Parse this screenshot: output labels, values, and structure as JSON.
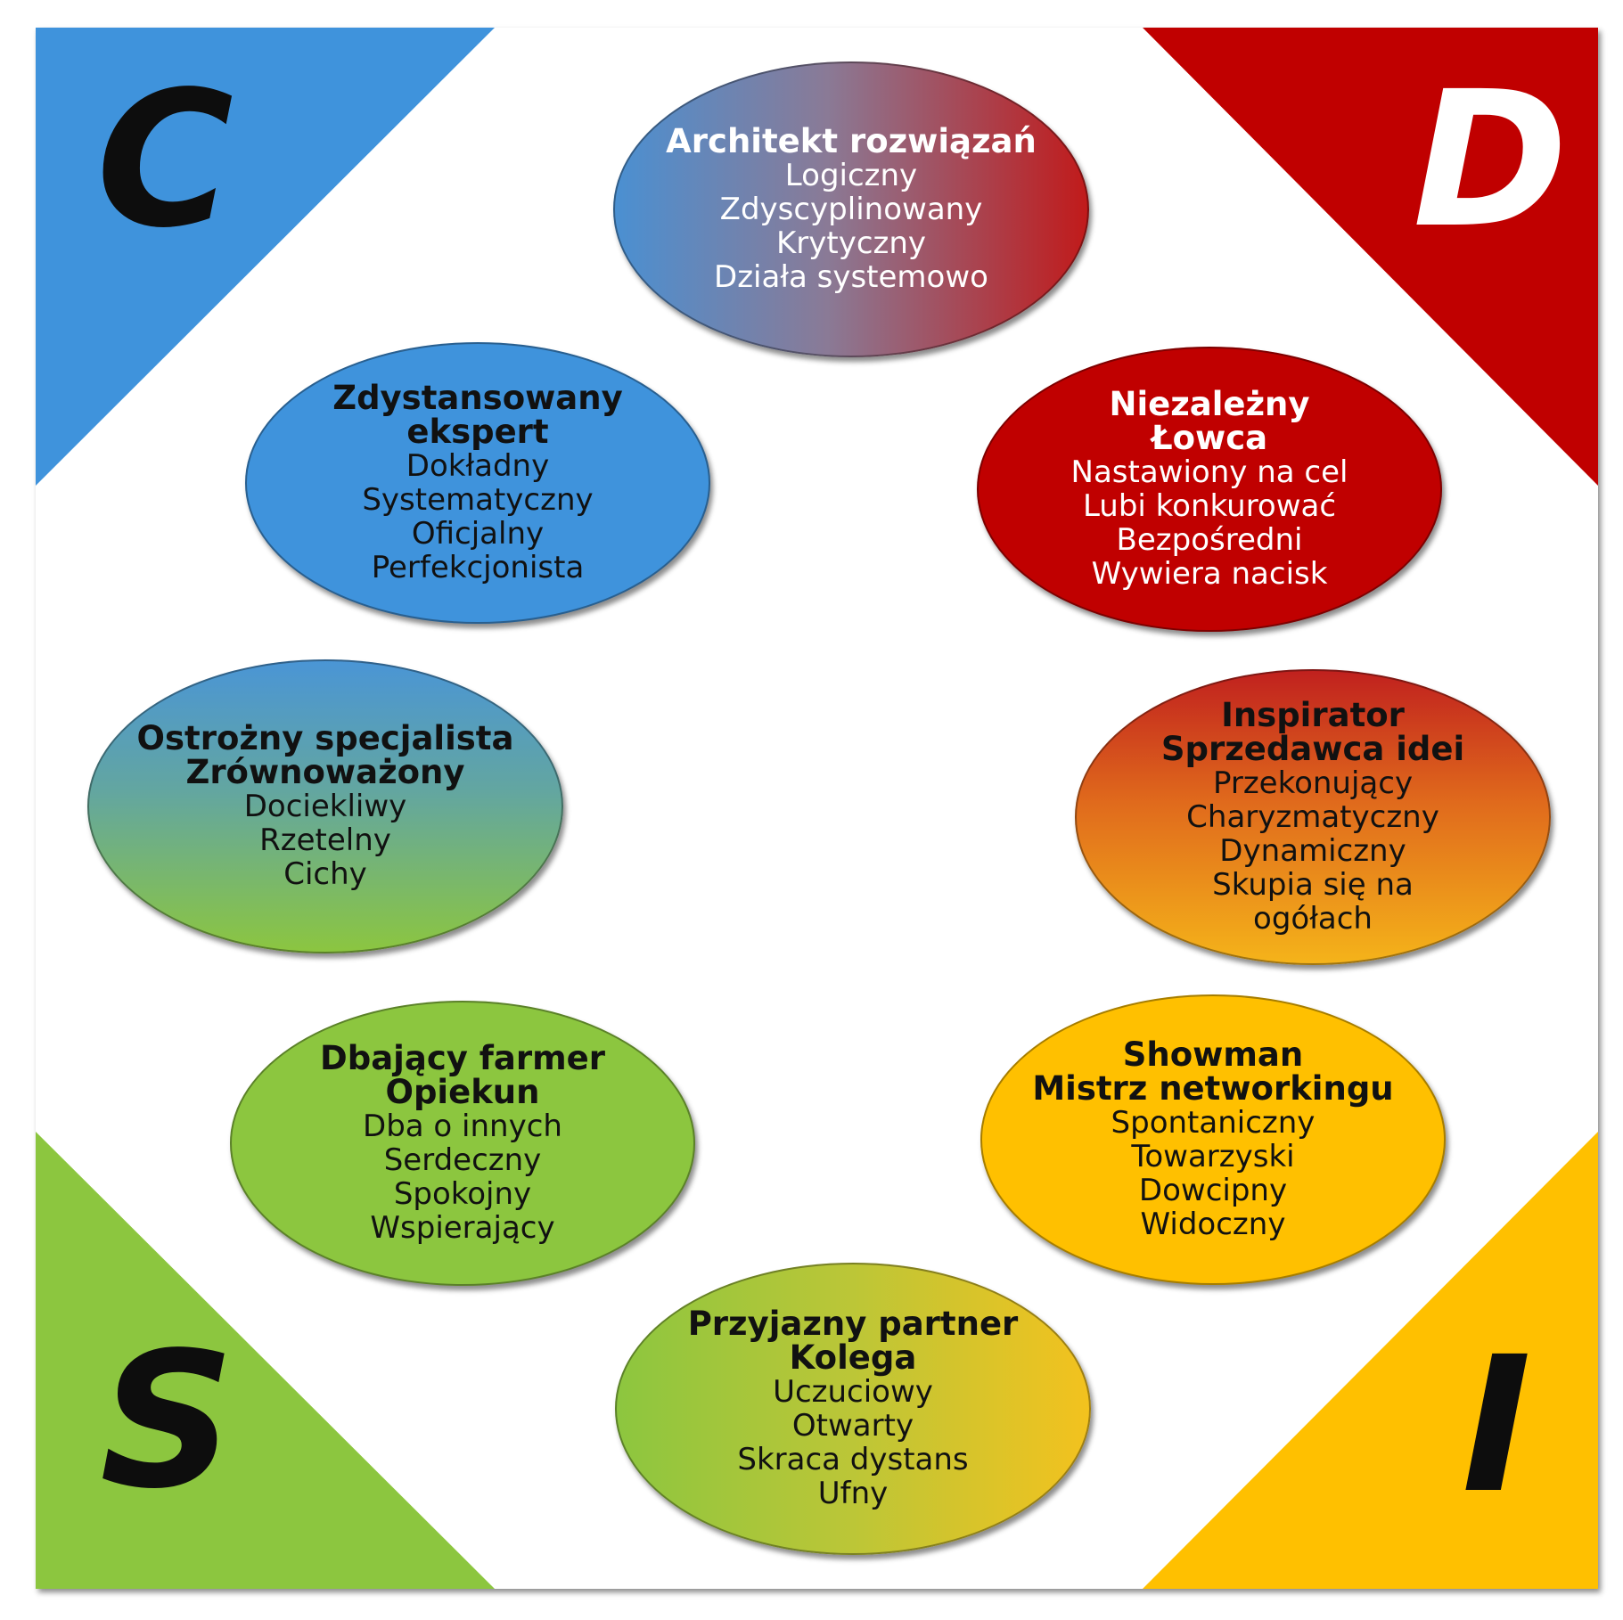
{
  "corners": {
    "c": {
      "letter": "C",
      "color": "#3f93dc"
    },
    "d": {
      "letter": "D",
      "color": "#c00000"
    },
    "s": {
      "letter": "S",
      "color": "#8cc63f"
    },
    "i": {
      "letter": "I",
      "color": "#ffc000"
    }
  },
  "ellipses": [
    {
      "titles": [
        "Architekt rozwiązań"
      ],
      "traits": [
        "Logiczny",
        "Zdyscyplinowany",
        "Krytyczny",
        "Działa systemowo"
      ]
    },
    {
      "titles": [
        "Zdystansowany",
        "ekspert"
      ],
      "traits": [
        "Dokładny",
        "Systematyczny",
        "Oficjalny",
        "Perfekcjonista"
      ]
    },
    {
      "titles": [
        "Niezależny",
        "Łowca"
      ],
      "traits": [
        "Nastawiony na cel",
        "Lubi konkurować",
        "Bezpośredni",
        "Wywiera nacisk"
      ]
    },
    {
      "titles": [
        "Ostrożny specjalista",
        "Zrównoważony"
      ],
      "traits": [
        "Dociekliwy",
        "Rzetelny",
        "Cichy"
      ]
    },
    {
      "titles": [
        "Inspirator",
        "Sprzedawca idei"
      ],
      "traits": [
        "Przekonujący",
        "Charyzmatyczny",
        "Dynamiczny",
        "Skupia się na",
        "ogółach"
      ]
    },
    {
      "titles": [
        "Dbający farmer",
        "Opiekun"
      ],
      "traits": [
        "Dba o innych",
        "Serdeczny",
        "Spokojny",
        "Wspierający"
      ]
    },
    {
      "titles": [
        "Showman",
        "Mistrz networkingu"
      ],
      "traits": [
        "Spontaniczny",
        "Towarzyski",
        "Dowcipny",
        "Widoczny"
      ]
    },
    {
      "titles": [
        "Przyjazny partner",
        "Kolega"
      ],
      "traits": [
        "Uczuciowy",
        "Otwarty",
        "Skraca dystans",
        "Ufny"
      ]
    }
  ]
}
